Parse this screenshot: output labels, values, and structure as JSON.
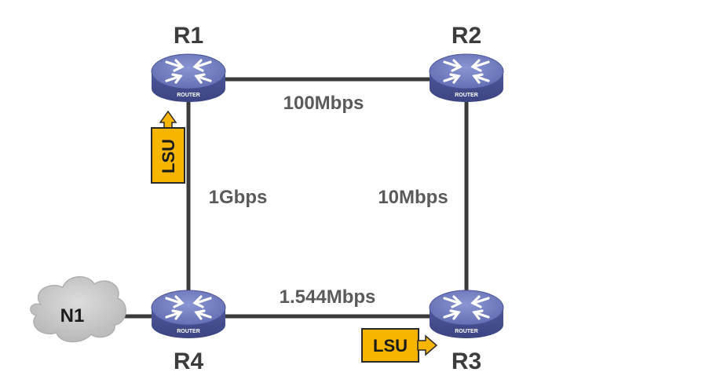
{
  "diagram": {
    "routers": [
      {
        "id": "R1",
        "name": "R1",
        "caption": "ROUTER"
      },
      {
        "id": "R2",
        "name": "R2",
        "caption": "ROUTER"
      },
      {
        "id": "R3",
        "name": "R3",
        "caption": "ROUTER"
      },
      {
        "id": "R4",
        "name": "R4",
        "caption": "ROUTER"
      }
    ],
    "links": [
      {
        "from": "R1",
        "to": "R2",
        "bandwidth": "100Mbps"
      },
      {
        "from": "R2",
        "to": "R3",
        "bandwidth": "10Mbps"
      },
      {
        "from": "R4",
        "to": "R3",
        "bandwidth": "1.544Mbps"
      },
      {
        "from": "R1",
        "to": "R4",
        "bandwidth": "1Gbps"
      }
    ],
    "network": {
      "name": "N1",
      "attached_to": "R4"
    },
    "packets": [
      {
        "label": "LSU",
        "near": "R1",
        "direction": "up"
      },
      {
        "label": "LSU",
        "near": "R3",
        "direction": "right"
      }
    ],
    "colors": {
      "router_body": "#5a64a8",
      "router_top": "#7d88c8",
      "link": "#3a3a3a",
      "lsu_fill": "#f7b500",
      "cloud": "#c9c9c9"
    }
  }
}
